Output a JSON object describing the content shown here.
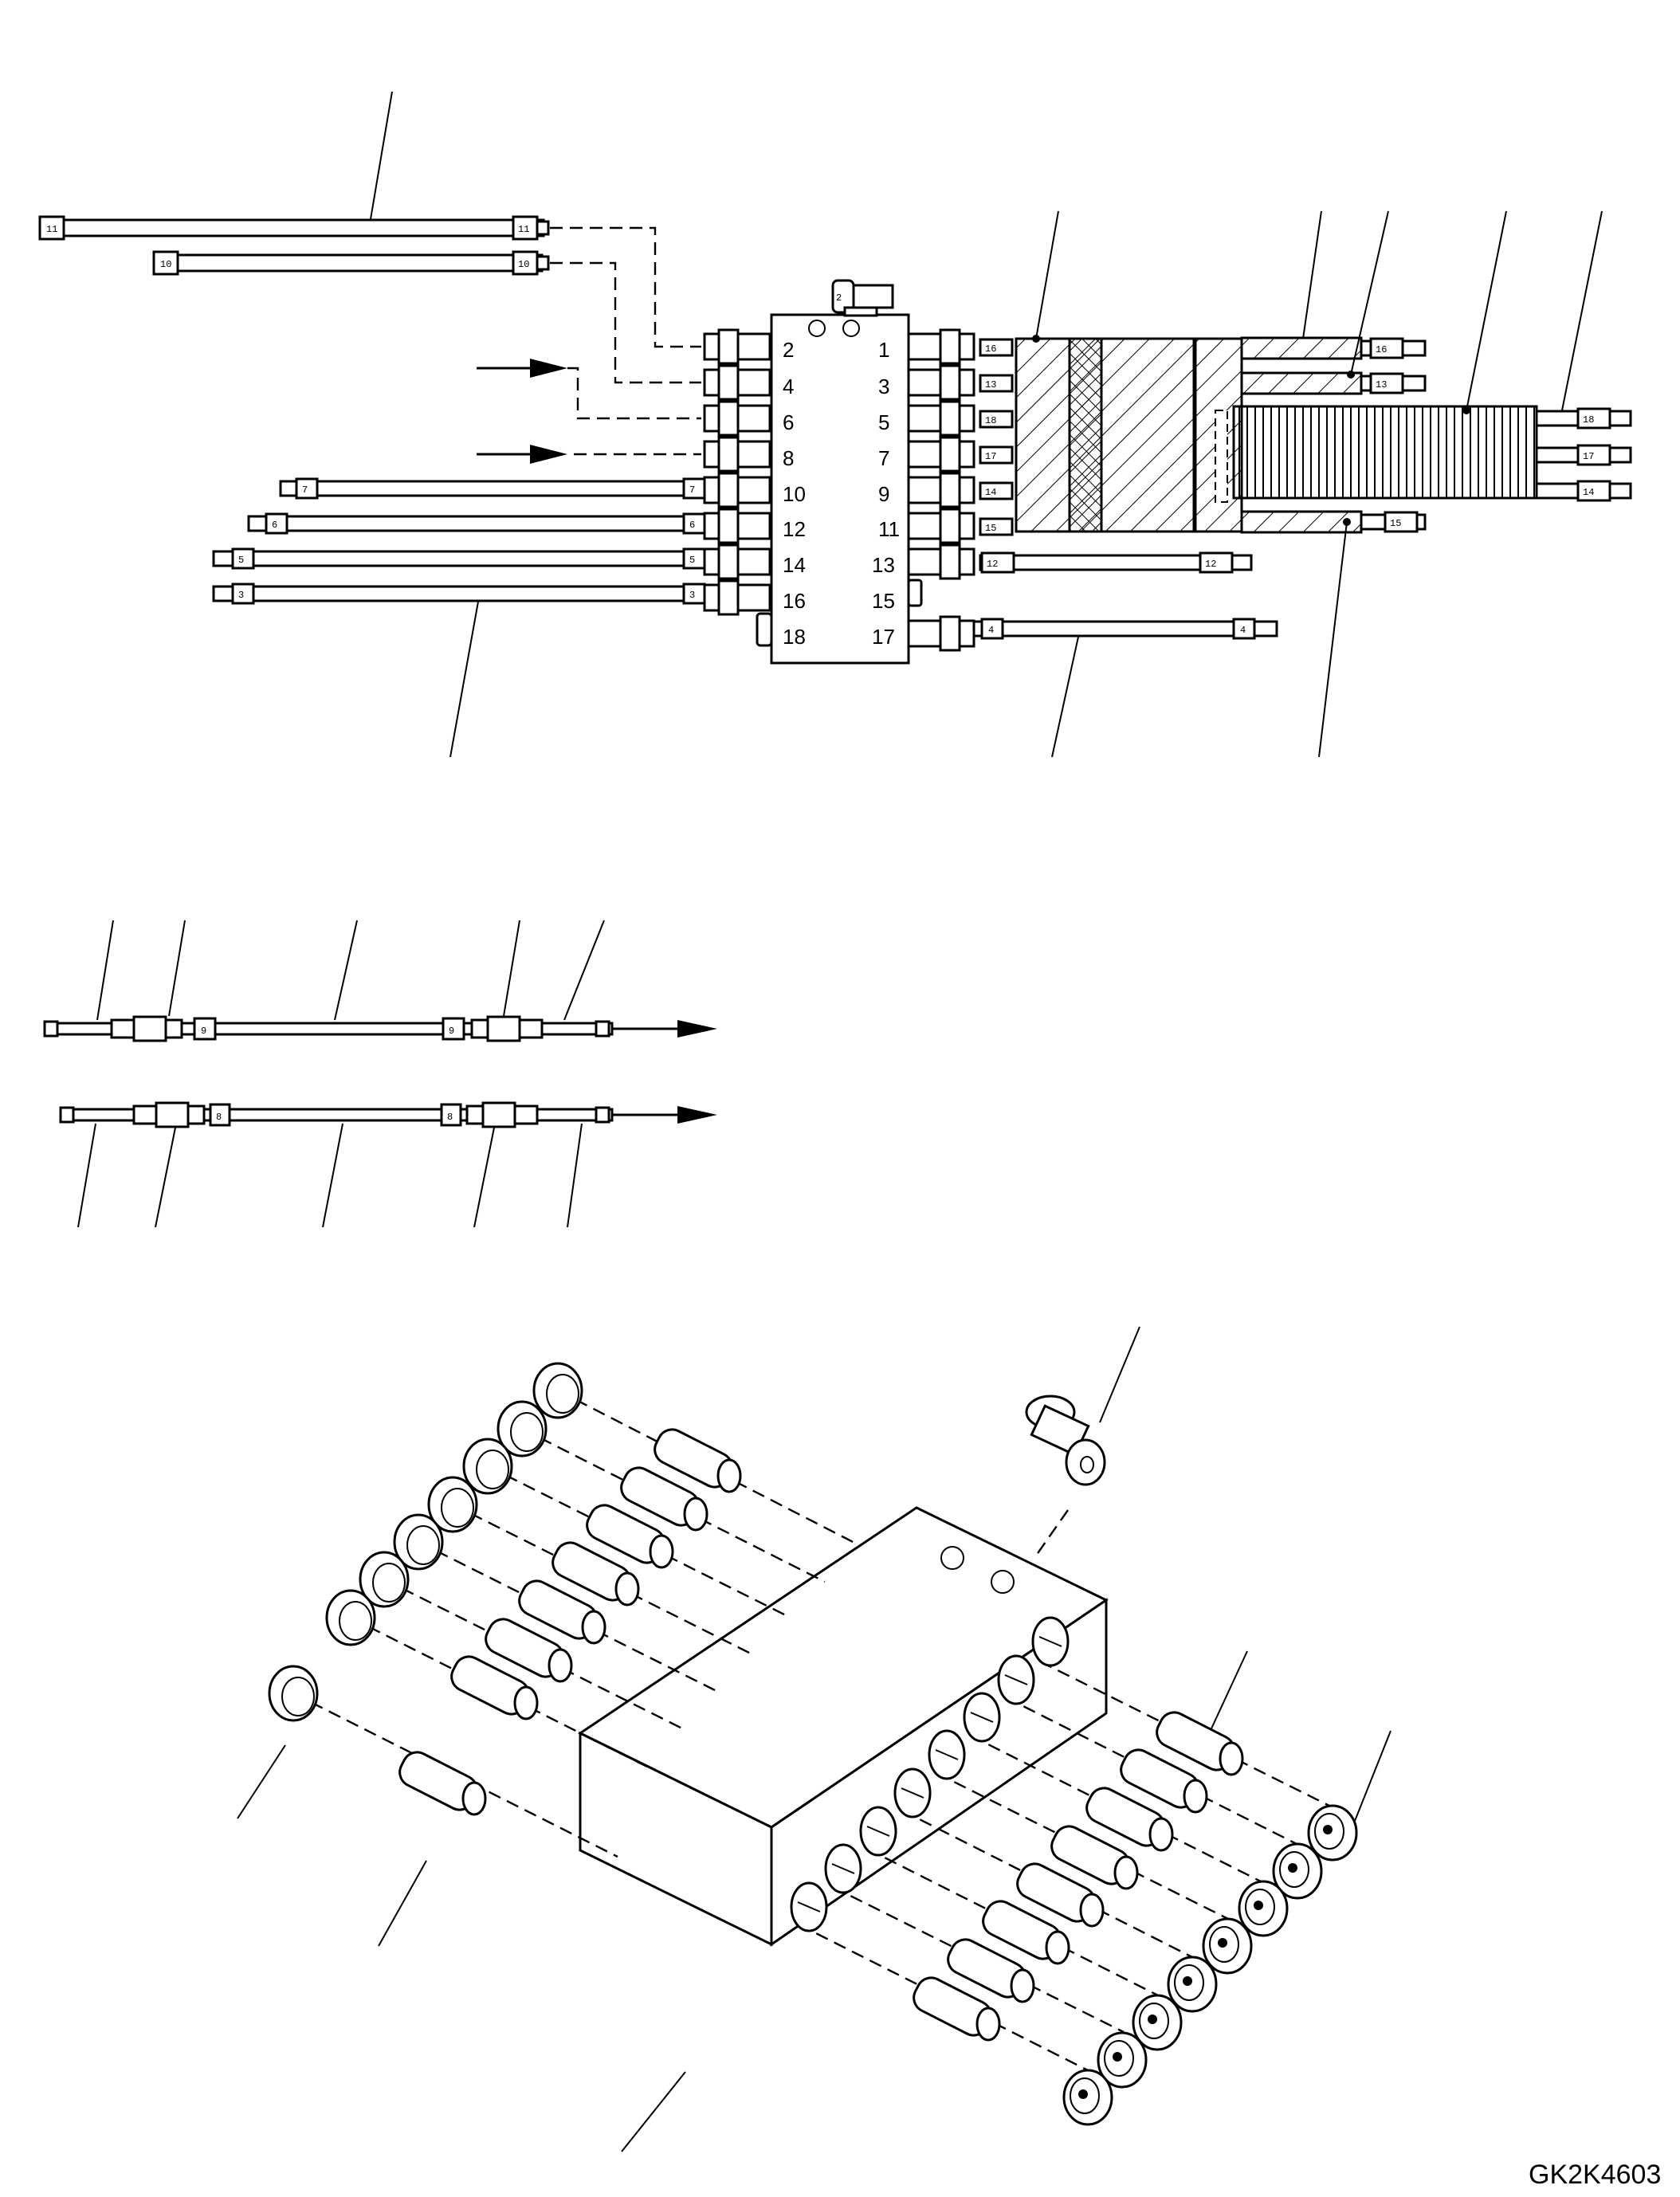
{
  "block_ports_left": [
    "2",
    "4",
    "6",
    "8",
    "10",
    "12",
    "14",
    "16",
    "18"
  ],
  "block_ports_right": [
    "1",
    "3",
    "5",
    "7",
    "9",
    "11",
    "13",
    "15",
    "17"
  ],
  "tube_tags": {
    "top_long": "11",
    "top_short": "10",
    "l10": "7",
    "l12": "6",
    "l14": "5",
    "l16": "3",
    "r1": "16",
    "r3": "13",
    "r5": "18",
    "r7": "17",
    "r9": "14",
    "r11": "15",
    "r13": "12",
    "r17": "4",
    "r1_end": "16",
    "r3_end": "13",
    "r5_end": "18",
    "r7_end": "17",
    "r9_end": "14",
    "r11_end": "15",
    "r13_end": "12",
    "r17_end": "4"
  },
  "assembly_tags": [
    "9",
    "9",
    "8",
    "8"
  ],
  "drawing_code": "GK2K4603"
}
